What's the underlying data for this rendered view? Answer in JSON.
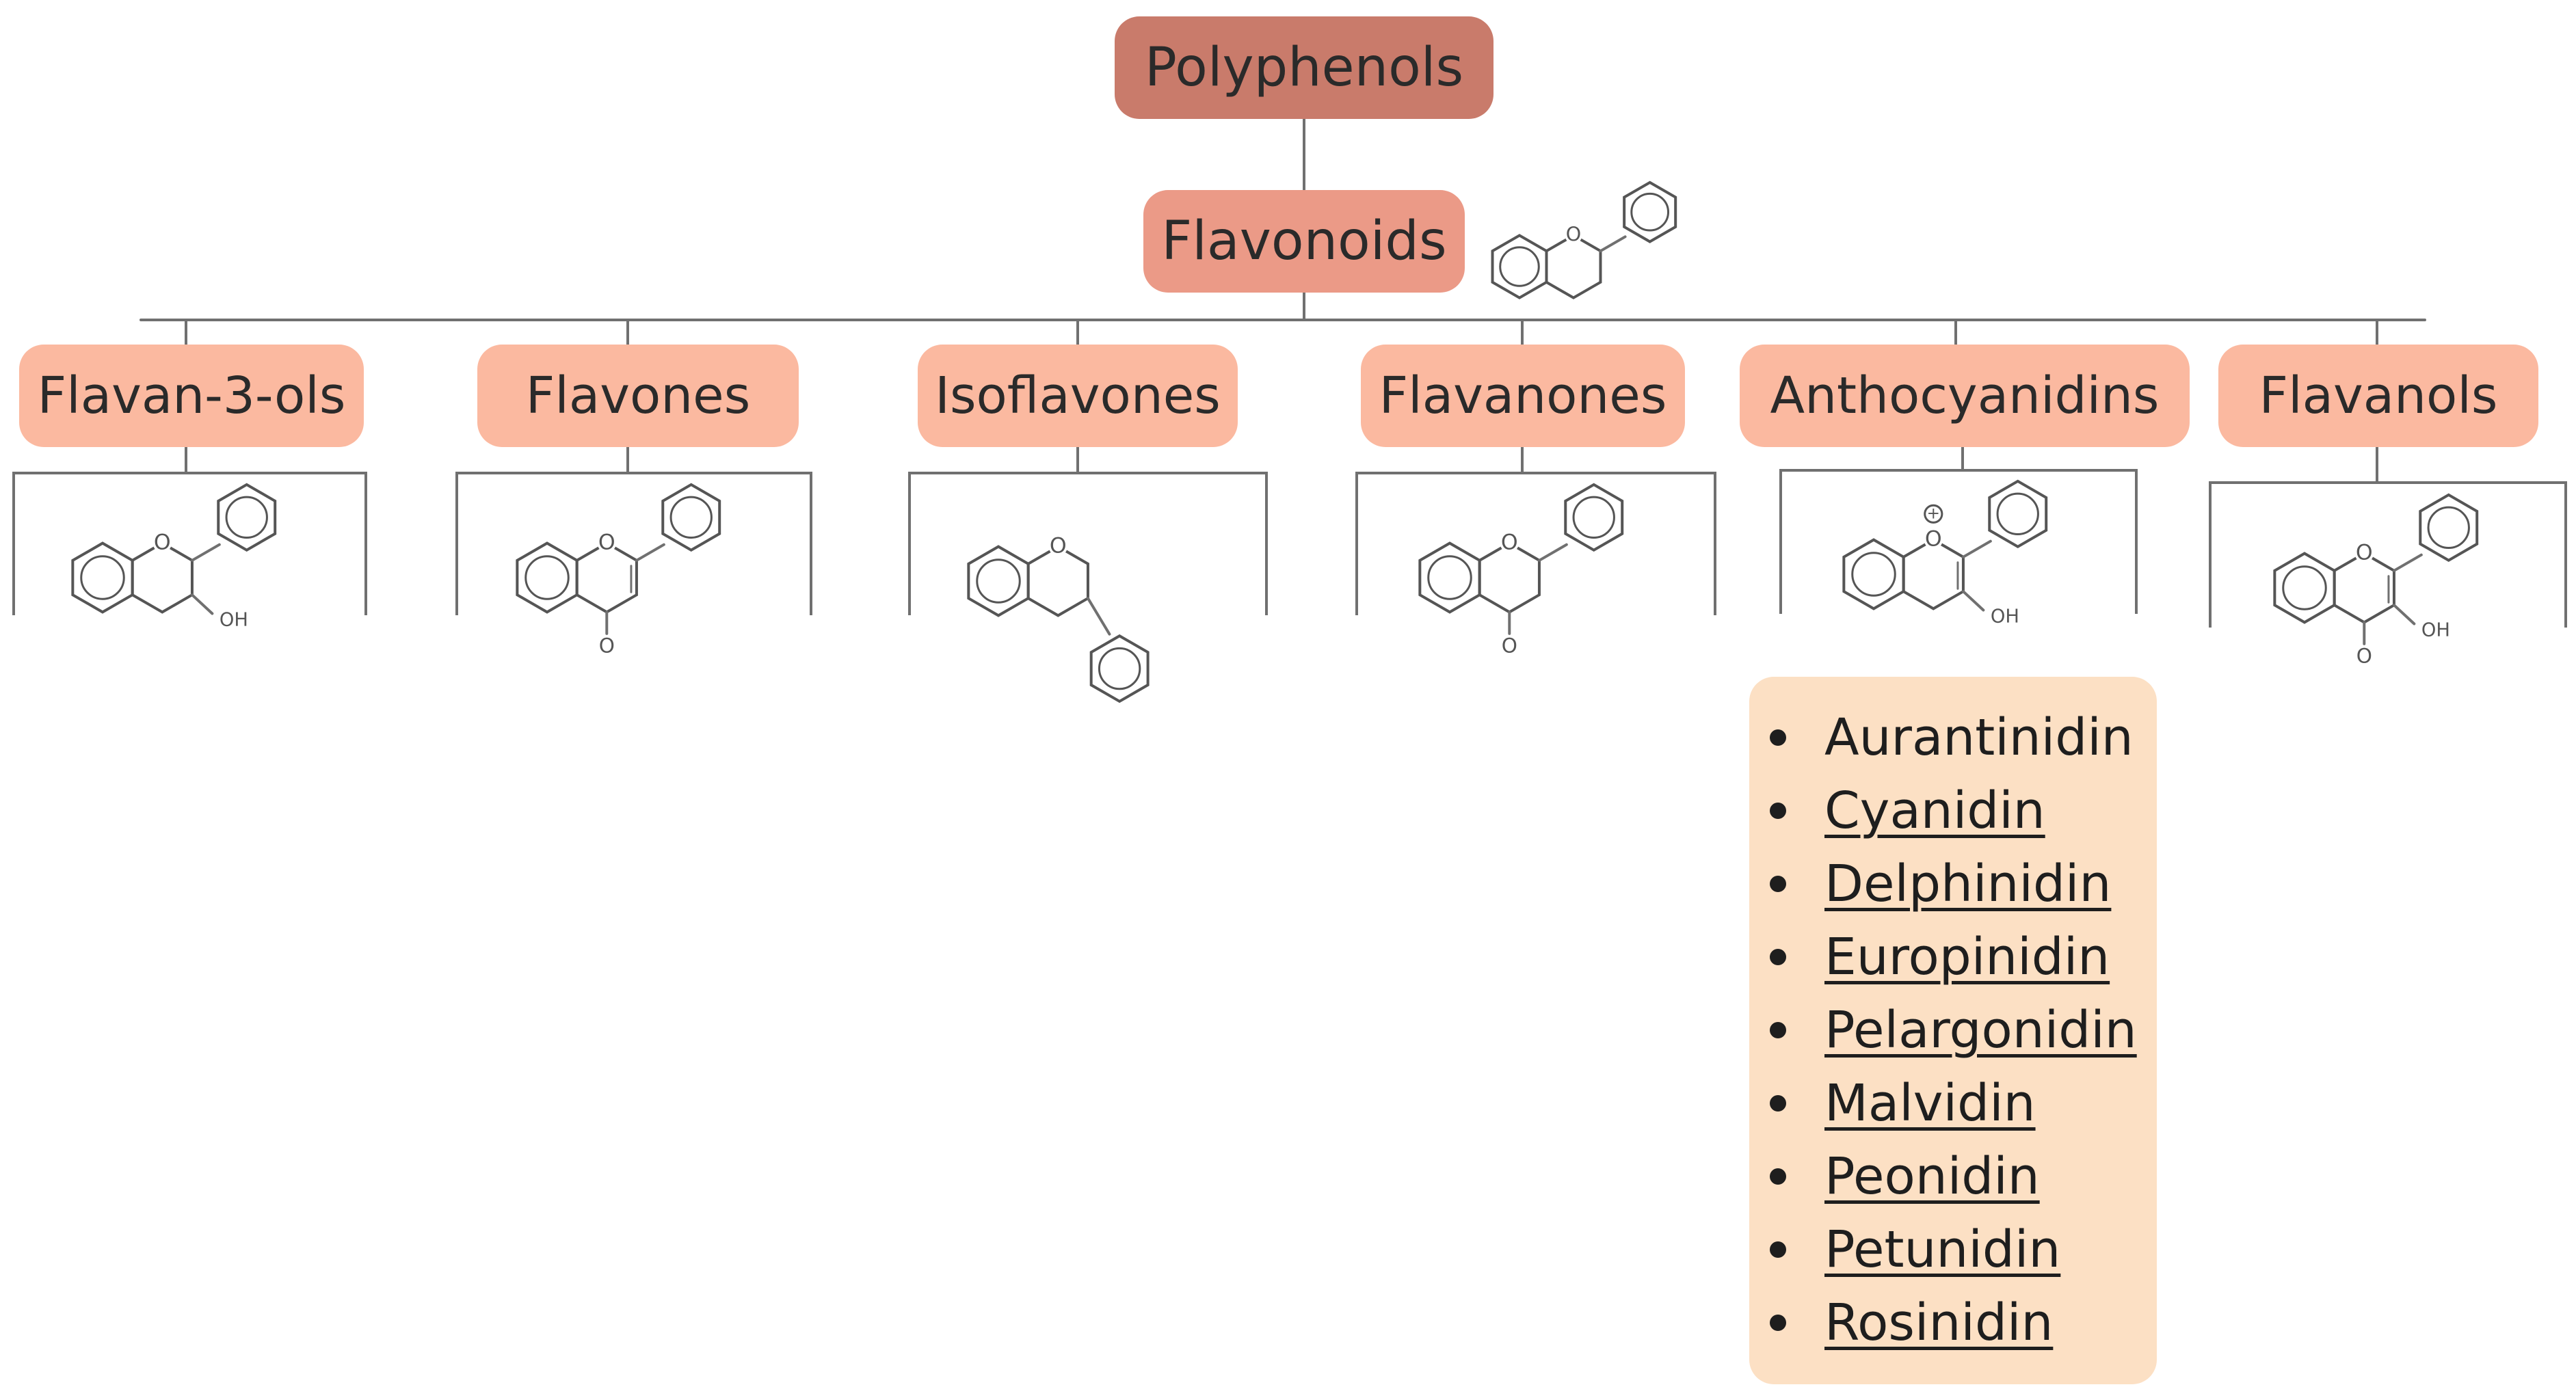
{
  "colors": {
    "root_box": "#c97b6b",
    "flavonoid_box": "#eb9a87",
    "class_box": "#fbb9a0",
    "list_box": "#fce0c4",
    "line": "#707070",
    "molecule": "#555555"
  },
  "root": {
    "label": "Polyphenols"
  },
  "flavonoids": {
    "label": "Flavonoids",
    "structure_icon": "flavan-core-structure-icon"
  },
  "classes": [
    {
      "label": "Flavan-3-ols",
      "structure_icon": "flavan-3-ol-structure-icon"
    },
    {
      "label": "Flavones",
      "structure_icon": "flavone-structure-icon"
    },
    {
      "label": "Isoflavones",
      "structure_icon": "isoflavone-structure-icon"
    },
    {
      "label": "Flavanones",
      "structure_icon": "flavanone-structure-icon"
    },
    {
      "label": "Anthocyanidins",
      "structure_icon": "anthocyanidin-structure-icon"
    },
    {
      "label": "Flavanols",
      "structure_icon": "flavonol-structure-icon"
    }
  ],
  "atom_labels": {
    "oxygen": "O",
    "hydroxyl": "OH",
    "plus": "+"
  },
  "anthocyanidins": {
    "items": [
      {
        "label": "Aurantinidin",
        "link": false
      },
      {
        "label": "Cyanidin",
        "link": true
      },
      {
        "label": "Delphinidin",
        "link": true
      },
      {
        "label": "Europinidin",
        "link": true
      },
      {
        "label": "Pelargonidin",
        "link": true
      },
      {
        "label": "Malvidin",
        "link": true
      },
      {
        "label": "Peonidin",
        "link": true
      },
      {
        "label": "Petunidin",
        "link": true
      },
      {
        "label": "Rosinidin",
        "link": true
      }
    ]
  }
}
